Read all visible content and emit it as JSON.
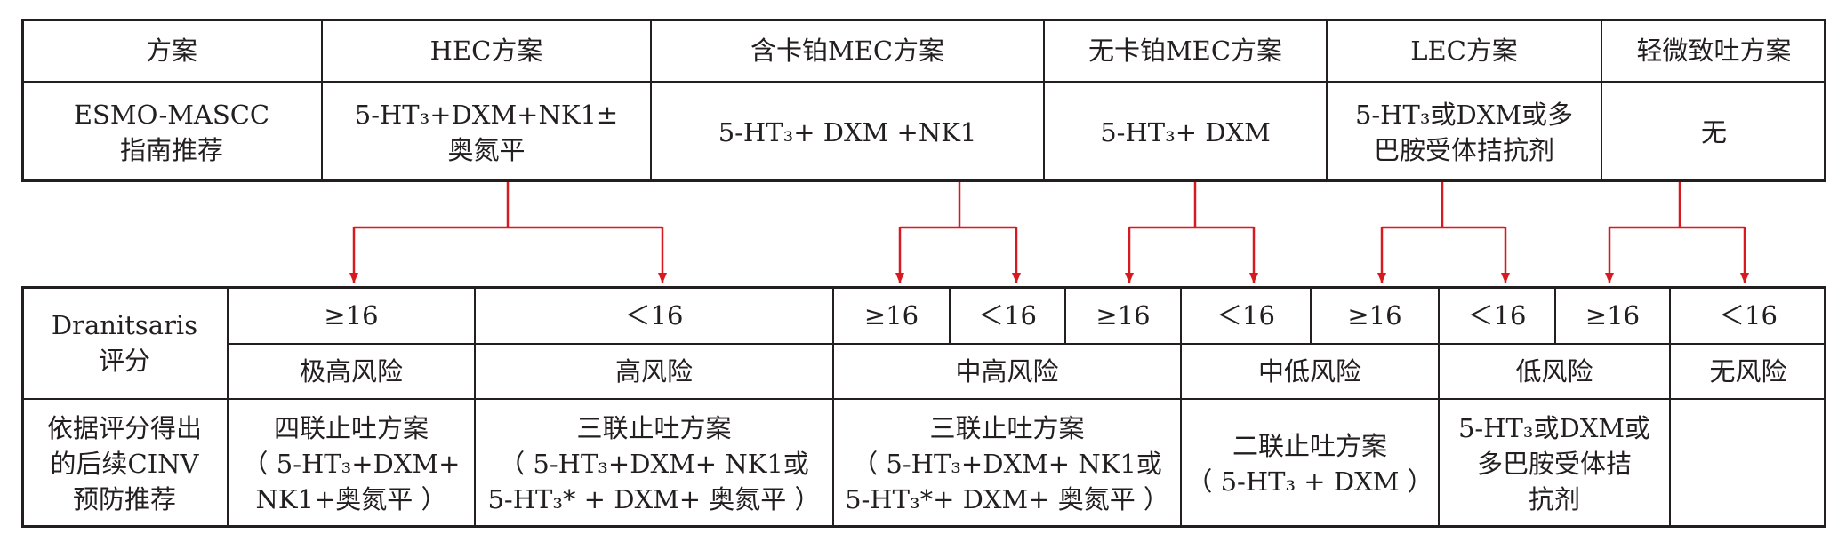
{
  "top_table": {
    "headers": [
      "方案",
      "HEC方案",
      "含卡铂MEC方案",
      "无卡铂MEC方案",
      "LEC方案",
      "轻微致吐方案"
    ],
    "row_label": [
      "ESMO-MASCC",
      "指南推荐"
    ],
    "recommendations": [
      [
        "5-HT₃+DXM+NK1±",
        "奥氮平"
      ],
      [
        "5-HT₃+ DXM +NK1"
      ],
      [
        "5-HT₃+ DXM"
      ],
      [
        "5-HT₃或DXM或多",
        "巴胺受体拮抗剂"
      ],
      [
        "无"
      ]
    ]
  },
  "bottom_table": {
    "score_label": [
      "Dranitsaris",
      "评分"
    ],
    "scores": [
      "≥16",
      "＜16",
      "≥16",
      "＜16",
      "≥16",
      "＜16",
      "≥16",
      "＜16",
      "≥16",
      "＜16"
    ],
    "risk_levels": [
      "极高风险",
      "高风险",
      "中高风险",
      "中低风险",
      "低风险",
      "无风险"
    ],
    "recommend_label": [
      "依据评分得出",
      "的后续CINV",
      "预防推荐"
    ],
    "recommendations": [
      [
        "四联止吐方案",
        "（ 5-HT₃+DXM+",
        "NK1+奥氮平 ）"
      ],
      [
        "三联止吐方案",
        "（ 5-HT₃+DXM+ NK1或",
        "5-HT₃* + DXM+ 奥氮平 ）"
      ],
      [
        "三联止吐方案",
        "（ 5-HT₃+DXM+ NK1或",
        "5-HT₃*+ DXM+ 奥氮平 ）"
      ],
      [
        "二联止吐方案",
        "（ 5-HT₃ + DXM ）"
      ],
      [
        "5-HT₃或DXM或",
        "多巴胺受体拮",
        "抗剂"
      ],
      []
    ]
  },
  "colors": {
    "arrow": "#d71920",
    "line": "#231f20"
  }
}
